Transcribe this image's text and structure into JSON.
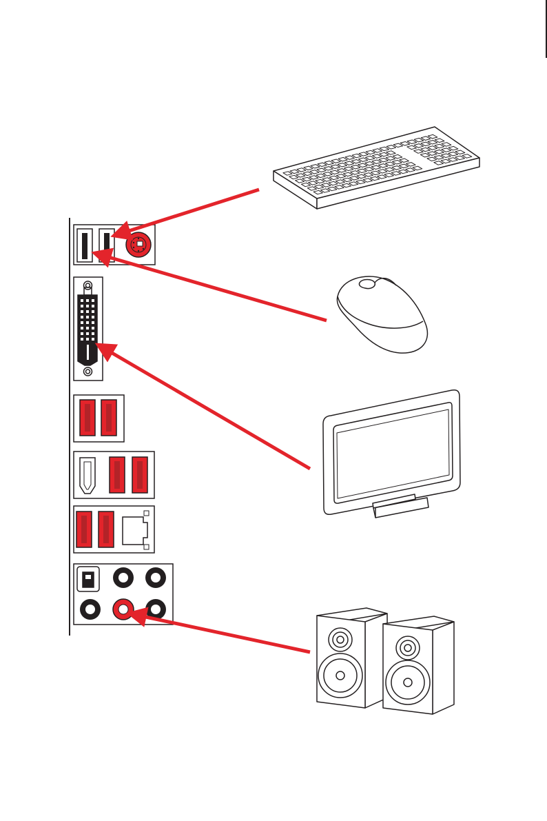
{
  "diagram": {
    "connections": [
      {
        "device": "keyboard",
        "port": "usb-port-top-right",
        "label": ""
      },
      {
        "device": "mouse",
        "port": "usb-port-top-left",
        "label": ""
      },
      {
        "device": "monitor",
        "port": "dvi-port",
        "label": ""
      },
      {
        "device": "speakers",
        "port": "audio-line-out-red",
        "label": ""
      }
    ],
    "colors": {
      "arrow": "#e3242b",
      "port_highlight": "#e3242b",
      "outline": "#231f20",
      "panel_line": "#231f20"
    },
    "icons": [
      "keyboard-icon",
      "mouse-icon",
      "monitor-icon",
      "speakers-icon",
      "io-panel-icon"
    ]
  }
}
